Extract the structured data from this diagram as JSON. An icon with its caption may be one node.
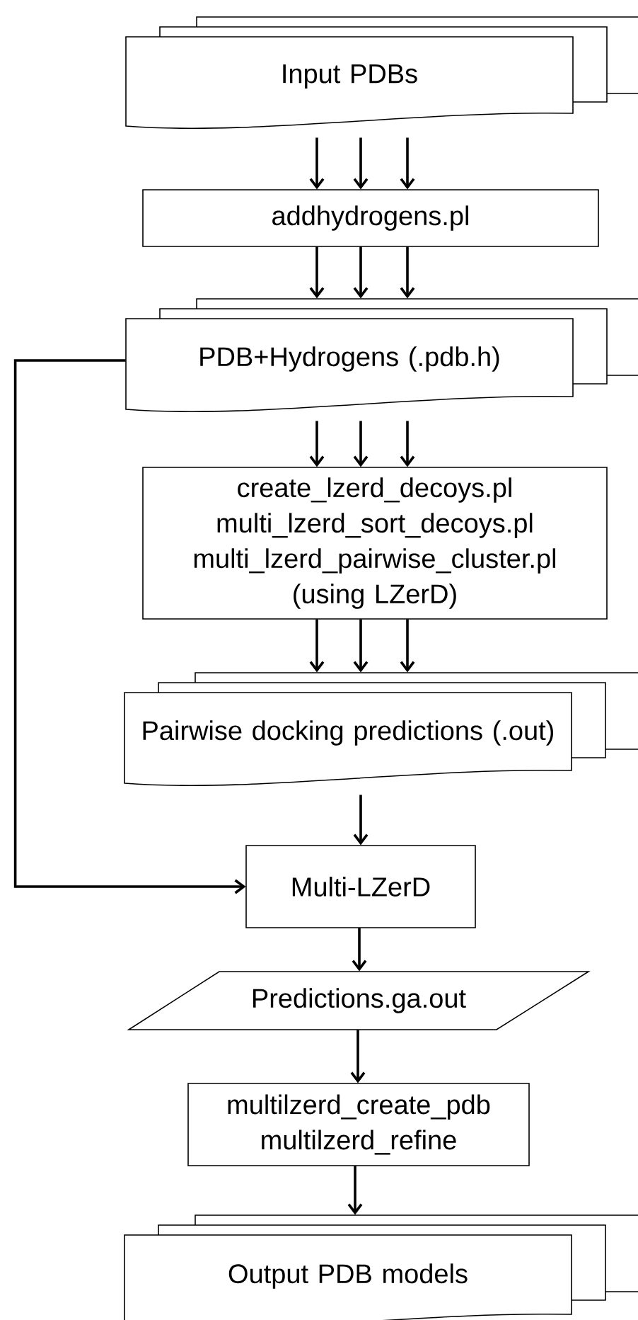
{
  "diagram": {
    "nodes": [
      {
        "text": [
          "Input PDBs"
        ]
      },
      {
        "text": [
          "addhydrogens.pl"
        ]
      },
      {
        "text": [
          "PDB+Hydrogens (.pdb.h)"
        ]
      },
      {
        "text": [
          "create_lzerd_decoys.pl",
          "multi_lzerd_sort_decoys.pl",
          "multi_lzerd_pairwise_cluster.pl",
          "(using LZerD)"
        ]
      },
      {
        "text": [
          "Pairwise docking predictions (.out)"
        ]
      },
      {
        "text": [
          "Multi-LZerD"
        ]
      },
      {
        "text": [
          "Predictions.ga.out"
        ]
      },
      {
        "text": [
          "multilzerd_create_pdb",
          "multilzerd_refine"
        ]
      },
      {
        "text": [
          "Output PDB models"
        ]
      }
    ],
    "edges": [
      {
        "from": 0,
        "to": 1,
        "arrow": "to"
      },
      {
        "from": 0,
        "to": 1,
        "arrow": "to"
      },
      {
        "from": 0,
        "to": 1,
        "arrow": "to"
      },
      {
        "from": 1,
        "to": 2,
        "arrow": "to"
      },
      {
        "from": 1,
        "to": 2,
        "arrow": "to"
      },
      {
        "from": 1,
        "to": 2,
        "arrow": "to"
      },
      {
        "from": 2,
        "to": 3,
        "arrow": "to"
      },
      {
        "from": 2,
        "to": 3,
        "arrow": "to"
      },
      {
        "from": 2,
        "to": 3,
        "arrow": "to"
      },
      {
        "from": 3,
        "to": 4,
        "arrow": "to"
      },
      {
        "from": 3,
        "to": 4,
        "arrow": "to"
      },
      {
        "from": 3,
        "to": 4,
        "arrow": "to"
      },
      {
        "from": 4,
        "to": 5,
        "arrow": "to"
      },
      {
        "from": 2,
        "to": 5,
        "arrow": "to"
      },
      {
        "from": 5,
        "to": 6,
        "arrow": "to"
      },
      {
        "from": 6,
        "to": 7,
        "arrow": "to"
      },
      {
        "from": 7,
        "to": 8,
        "arrow": "to"
      }
    ]
  }
}
